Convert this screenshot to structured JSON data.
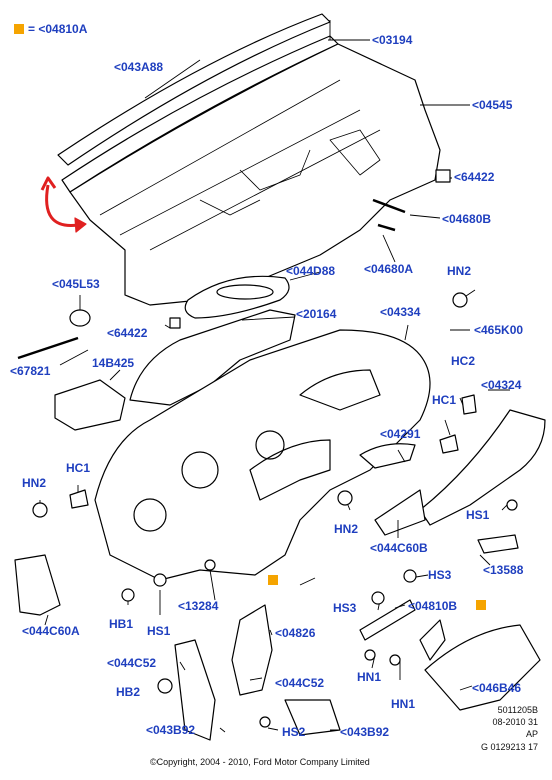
{
  "legend": {
    "text": "= <04810A",
    "color": "#f5a400"
  },
  "labels": {
    "l03194": "<03194",
    "l043A88": "<043A88",
    "l04545": "<04545",
    "l64422a": "<64422",
    "l04680B": "<04680B",
    "l044D88": "<044D88",
    "l04680A": "<04680A",
    "lHN2a": "HN2",
    "l045L53": "<045L53",
    "l20164": "<20164",
    "l04334": "<04334",
    "l64422b": "<64422",
    "l465K00": "<465K00",
    "l67821": "<67821",
    "l14B425": "14B425",
    "lHC2": "HC2",
    "l04324": "<04324",
    "lHC1a": "HC1",
    "l04291": "<04291",
    "lHN2b": "HN2",
    "lHC1b": "HC1",
    "lHN2c": "HN2",
    "lHS1a": "HS1",
    "l044C60B": "<044C60B",
    "l13588": "<13588",
    "lHS3a": "HS3",
    "l044C60A": "<044C60A",
    "lHB1": "HB1",
    "lHS1b": "HS1",
    "l13284": "<13284",
    "lHS3b": "HS3",
    "l04810B": "<04810B",
    "l04826": "<04826",
    "l044C52a": "<044C52",
    "l044C52b": "<044C52",
    "lHN1a": "HN1",
    "lHB2": "HB2",
    "lHN1b": "HN1",
    "l046B46": "<046B46",
    "lHS2": "HS2",
    "l043B92a": "<043B92",
    "l043B92b": "<043B92"
  },
  "notes": {
    "line1": "5011205B",
    "line2": "08-2010 31",
    "line3": "AP",
    "line4": "G 0129213 17"
  },
  "copyright": "©Copyright, 2004 - 2010, Ford Motor Company Limited"
}
